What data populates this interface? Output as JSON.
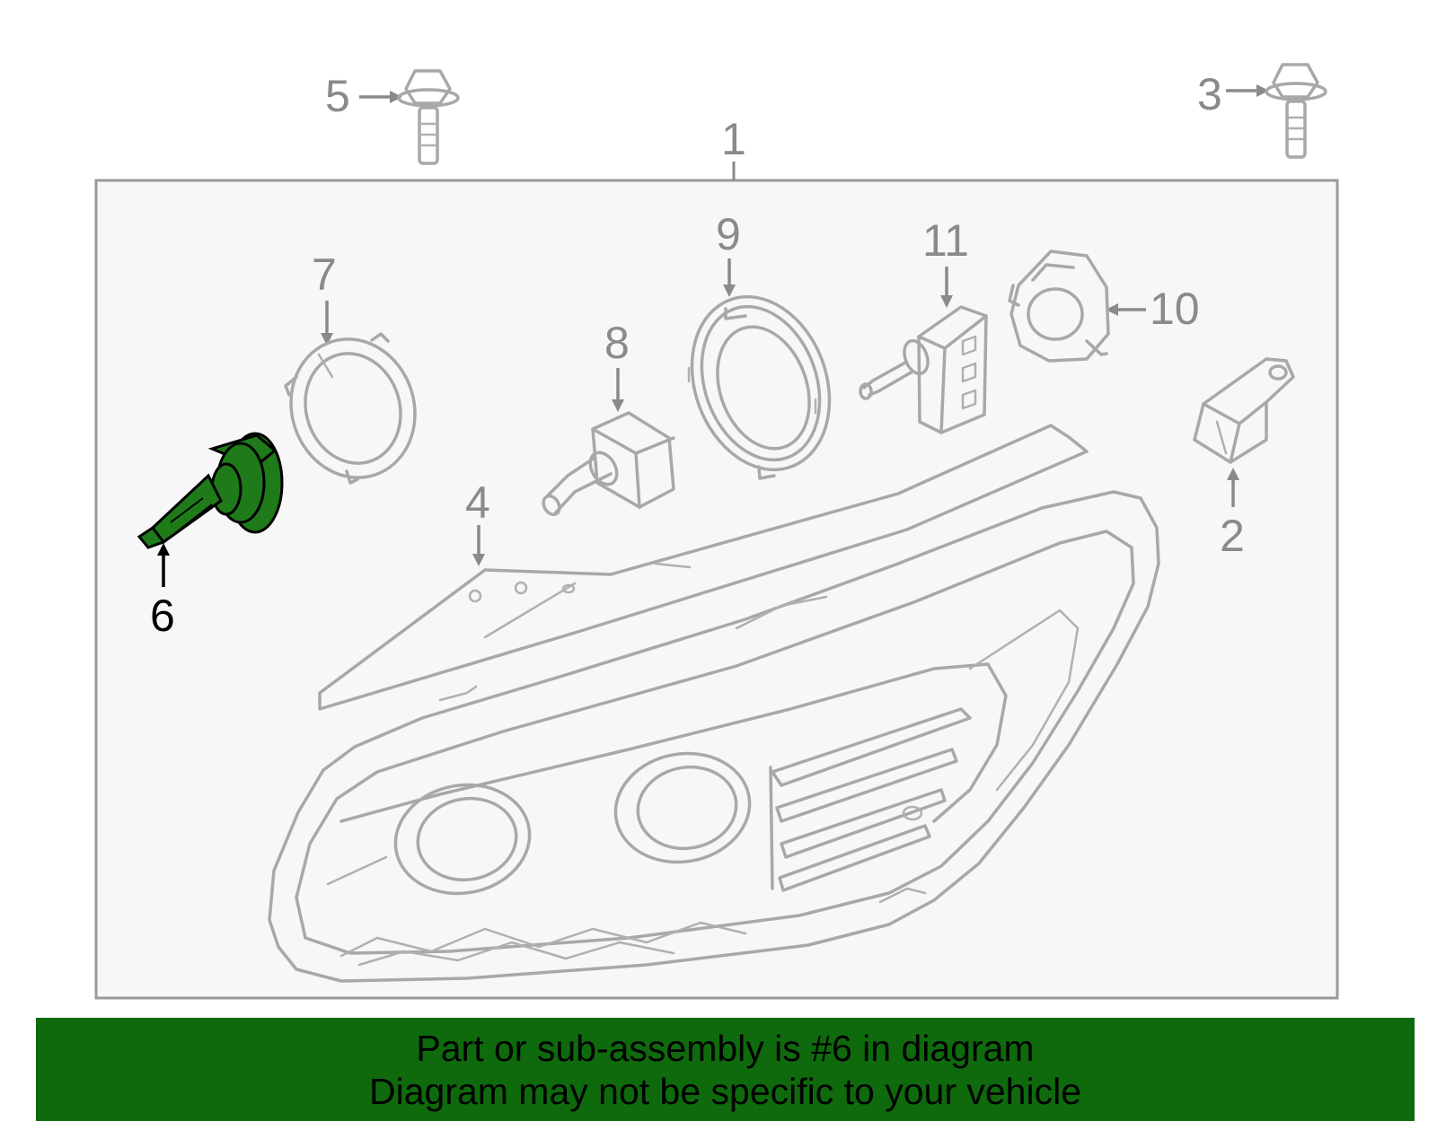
{
  "callouts": {
    "c1": "1",
    "c2": "2",
    "c3": "3",
    "c4": "4",
    "c5": "5",
    "c6": "6",
    "c7": "7",
    "c8": "8",
    "c9": "9",
    "c10": "10",
    "c11": "11"
  },
  "highlight_part": "6",
  "colors": {
    "highlight_fill": "#1f7a1a",
    "banner_bg": "#0e6a0c",
    "panel_bg": "#f7f7f7",
    "line_art": "#a8a8a8"
  },
  "banner": {
    "line1": "Part or sub-assembly is #6 in diagram",
    "line2": "Diagram may not be specific to your vehicle"
  }
}
